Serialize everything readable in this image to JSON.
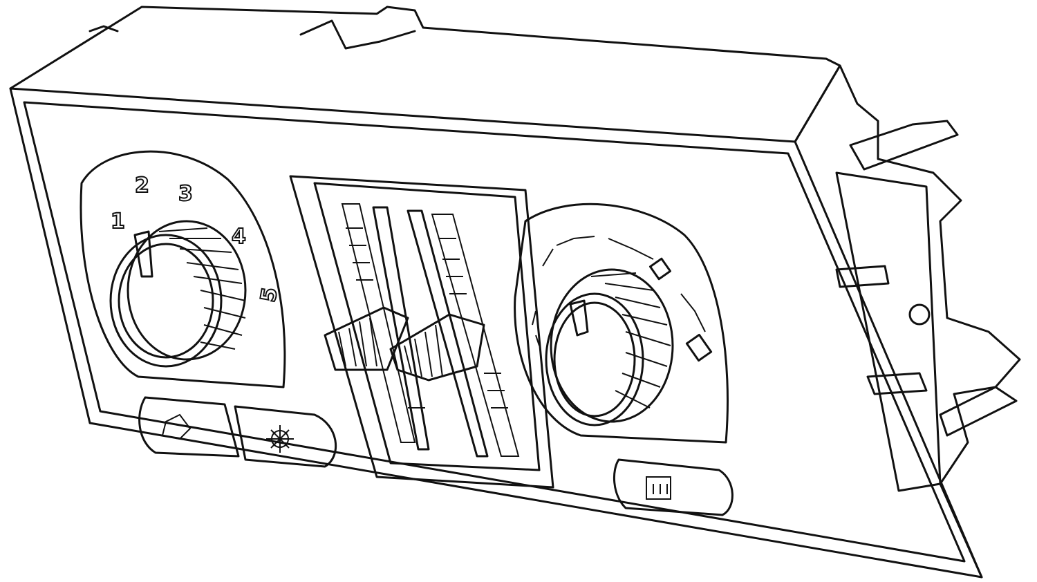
{
  "fan_dial": {
    "speeds": [
      "1",
      "2",
      "3",
      "4",
      "5"
    ]
  },
  "mode_dial": {
    "modes": [
      "vent-icon",
      "bi-level-icon",
      "floor-icon",
      "floor-defrost-icon",
      "defrost-icon"
    ]
  },
  "buttons": {
    "left": [
      "recirculation-icon",
      "ac-snowflake-icon"
    ],
    "right": [
      "rear-defrost-icon"
    ]
  },
  "sliders": {
    "count": 2
  }
}
